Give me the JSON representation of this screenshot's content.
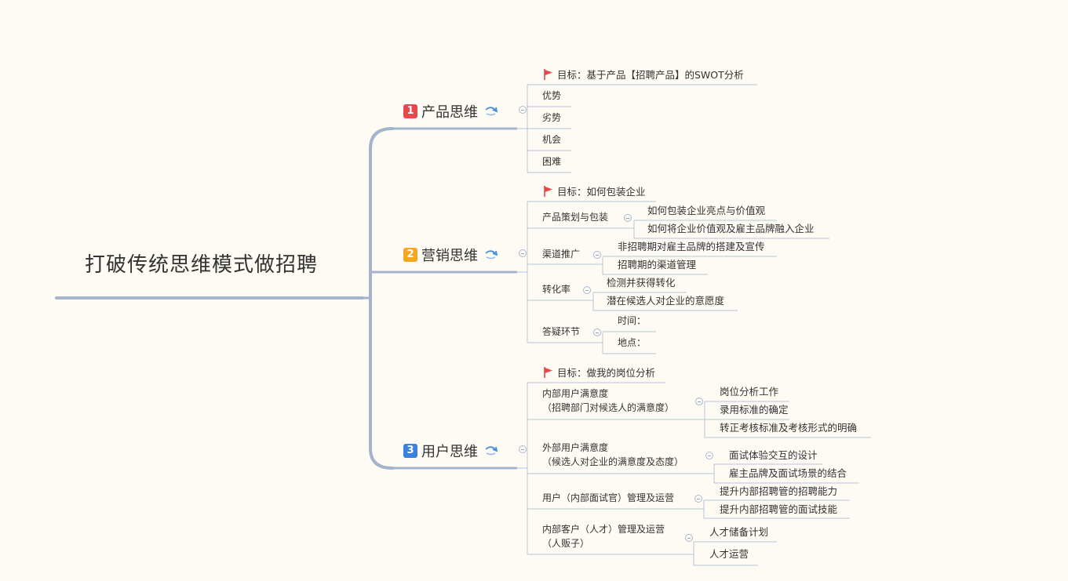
{
  "root": {
    "title": "打破传统思维模式做招聘"
  },
  "branches": [
    {
      "badge": "1",
      "badge_color": "#e8474c",
      "label": "产品思维",
      "goal": "目标：基于产品【招聘产品】的SWOT分析",
      "items": [
        "优势",
        "劣势",
        "机会",
        "困难"
      ]
    },
    {
      "badge": "2",
      "badge_color": "#f5a623",
      "label": "营销思维",
      "goal": "目标：如何包装企业",
      "items": [
        {
          "label": "产品策划与包装",
          "children": [
            "如何包装企业亮点与价值观",
            "如何将企业价值观及雇主品牌融入企业"
          ]
        },
        {
          "label": "渠道推广",
          "children": [
            "非招聘期对雇主品牌的搭建及宣传",
            "招聘期的渠道管理"
          ]
        },
        {
          "label": "转化率",
          "children": [
            "检测并获得转化",
            "潜在候选人对企业的意愿度"
          ]
        },
        {
          "label": "答疑环节",
          "children": [
            "时间：",
            "地点："
          ]
        }
      ]
    },
    {
      "badge": "3",
      "badge_color": "#3b82e0",
      "label": "用户思维",
      "goal": "目标：做我的岗位分析",
      "items": [
        {
          "label": "内部用户满意度",
          "label2": "（招聘部门对候选人的满意度）",
          "children": [
            "岗位分析工作",
            "录用标准的确定",
            "转正考核标准及考核形式的明确"
          ]
        },
        {
          "label": "外部用户满意度",
          "label2": "（候选人对企业的满意度及态度）",
          "children": [
            "面试体验交互的设计",
            "雇主品牌及面试场景的结合"
          ]
        },
        {
          "label": "用户（内部面试官）管理及运营",
          "children": [
            "提升内部招聘管的招聘能力",
            "提升内部招聘管的面试技能"
          ]
        },
        {
          "label": "内部客户（人才）管理及运营",
          "label2": "（人贩子）",
          "children": [
            "人才储备计划",
            "人才运营"
          ]
        }
      ]
    }
  ],
  "colors": {
    "line": "#a3b4cc",
    "line_light": "#b7c5d8",
    "background": "#fdfbf4",
    "flag": "#e8474c"
  }
}
